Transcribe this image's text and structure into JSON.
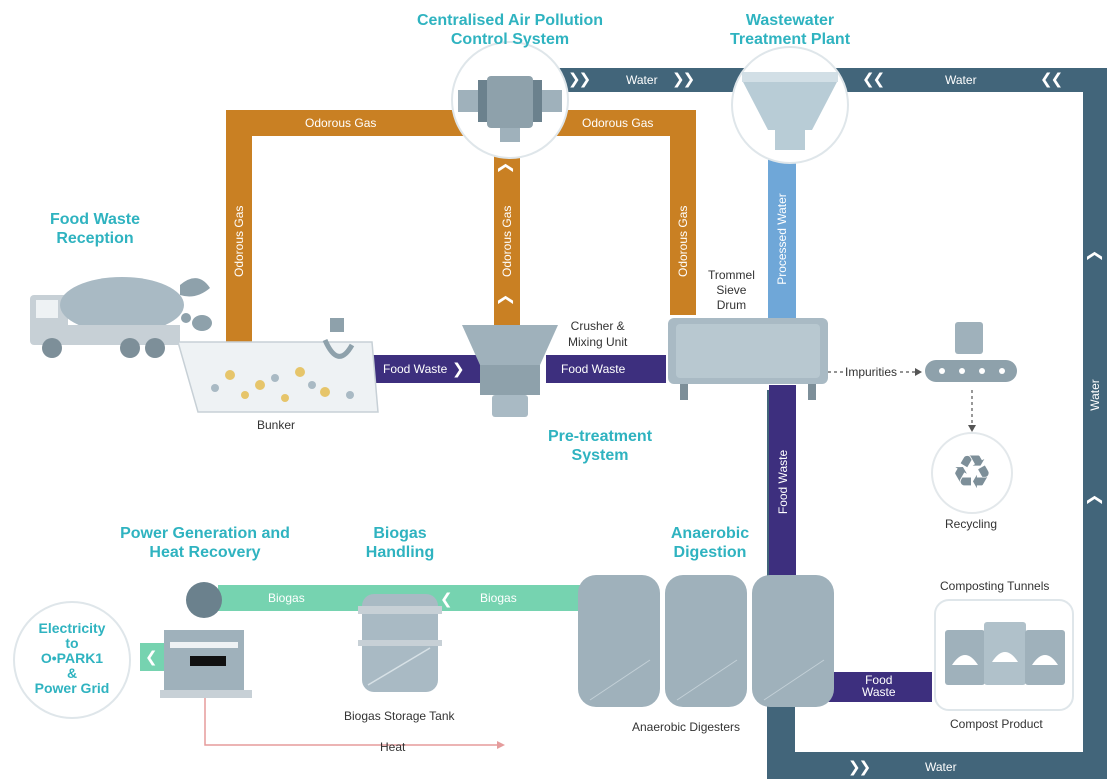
{
  "titles": {
    "air_pollution": [
      "Centralised Air Pollution",
      "Control System"
    ],
    "wastewater": [
      "Wastewater",
      "Treatment Plant"
    ],
    "reception": [
      "Food Waste",
      "Reception"
    ],
    "pretreatment": [
      "Pre-treatment",
      "System"
    ],
    "power": [
      "Power Generation and",
      "Heat Recovery"
    ],
    "biogas_handling": [
      "Biogas",
      "Handling"
    ],
    "anaerobic": [
      "Anaerobic",
      "Digestion"
    ],
    "electricity": [
      "Electricity",
      "to",
      "O•PARK1",
      "&",
      "Power Grid"
    ]
  },
  "flows": {
    "water": "Water",
    "odorous_gas": "Odorous Gas",
    "food_waste": "Food Waste",
    "processed_water": "Processed Water",
    "biogas": "Biogas",
    "heat": "Heat",
    "impurities": "Impurities",
    "food_waste_split": [
      "Food",
      "Waste"
    ]
  },
  "labels": {
    "bunker": "Bunker",
    "crusher": [
      "Crusher &",
      "Mixing Unit"
    ],
    "trommel": [
      "Trommel",
      "Sieve",
      "Drum"
    ],
    "recycling": "Recycling",
    "composting_tunnels": "Composting Tunnels",
    "compost_product": "Compost Product",
    "biogas_tank": "Biogas Storage Tank",
    "digesters": "Anaerobic Digesters"
  },
  "colors": {
    "water_pipe": "#42657a",
    "gas_pipe": "#c98023",
    "food_pipe": "#3d2f7e",
    "processed_pipe": "#6fa7d8",
    "biogas_pipe": "#76d3b0",
    "heat_line": "#e59c9c",
    "title": "#2fb3c0",
    "equipment": "#9fb1bb"
  },
  "icons": [
    "recycle-icon",
    "chevron-right-icon",
    "chevron-left-icon",
    "chevron-up-icon",
    "truck-icon"
  ]
}
